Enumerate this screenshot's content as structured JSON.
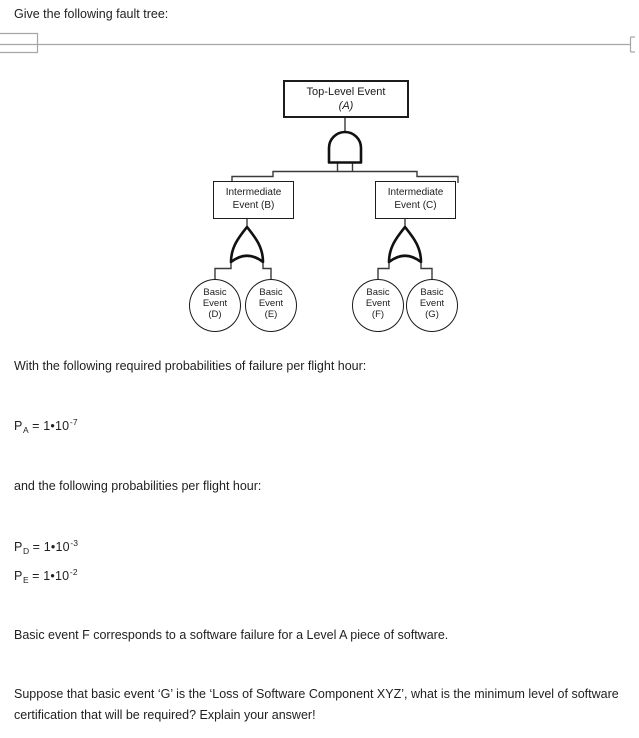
{
  "colors": {
    "ink": "#1f1f1f",
    "diagram_line": "#3a3a3a",
    "gate_stroke": "#111111",
    "divider_gray": "#a6a6a6"
  },
  "document": {
    "intro": "Give the following fault tree:",
    "with_required": "With the following required probabilities of failure per flight hour:",
    "and_following": "and the following probabilities per flight hour:",
    "basic_f": "Basic event F corresponds to a software failure for a Level A piece of software.",
    "suppose": "Suppose that basic event ‘G’ is the ‘Loss of Software Component XYZ’, what is the minimum level of software certification that will be required? Explain your answer!"
  },
  "formulas": {
    "pa": {
      "p": "P",
      "sub": "A",
      "body": " = 1•10",
      "exp": "-7"
    },
    "pd": {
      "p": "P",
      "sub": "D",
      "body": " = 1•10",
      "exp": "-3"
    },
    "pe": {
      "p": "P",
      "sub": "E",
      "body": " = 1•10",
      "exp": "-2"
    }
  },
  "fault_tree": {
    "top_event": {
      "title": "Top-Level Event",
      "label": "(A)"
    },
    "gates": {
      "top": "AND",
      "left": "OR",
      "right": "OR"
    },
    "intermediate_left": {
      "line1": "Intermediate",
      "line2": "Event (B)"
    },
    "intermediate_right": {
      "line1": "Intermediate",
      "line2": "Event (C)"
    },
    "basic_events": [
      {
        "line1": "Basic",
        "line2": "Event",
        "line3": "(D)"
      },
      {
        "line1": "Basic",
        "line2": "Event",
        "line3": "(E)"
      },
      {
        "line1": "Basic",
        "line2": "Event",
        "line3": "(F)"
      },
      {
        "line1": "Basic",
        "line2": "Event",
        "line3": "(G)"
      }
    ]
  }
}
